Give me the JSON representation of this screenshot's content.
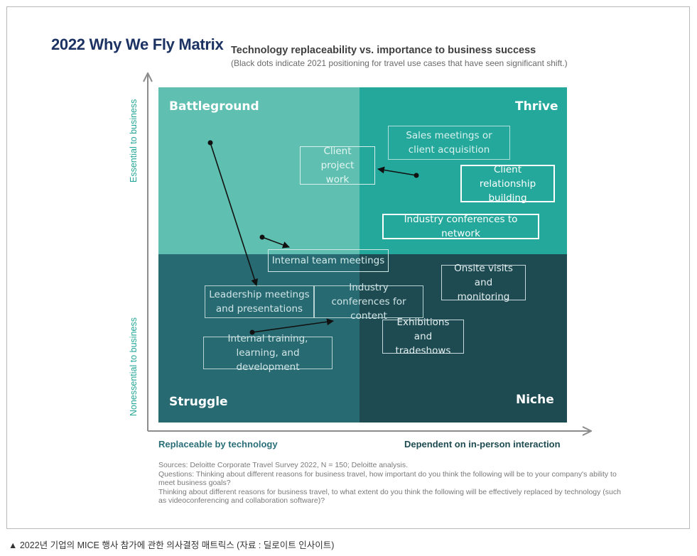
{
  "title": "2022 Why We Fly Matrix",
  "subtitle": "Technology replaceability vs. importance to business success",
  "subnote": "(Black dots indicate 2021 positioning for travel use cases that have seen significant shift.)",
  "axes": {
    "y_top": "Essential to business",
    "y_bottom": "Nonessential to business",
    "x_left": "Replaceable by technology",
    "x_right": "Dependent on in-person interaction"
  },
  "quadrants": {
    "top_left": "Battleground",
    "top_right": "Thrive",
    "bottom_left": "Struggle",
    "bottom_right": "Niche"
  },
  "use_cases": {
    "sales_meetings": "Sales meetings or client acquisition",
    "client_project_work": "Client project work",
    "client_relationship": "Client relationship building",
    "industry_conf_network": "Industry conferences to network",
    "internal_team_meetings": "Internal team meetings",
    "leadership_meetings": "Leadership meetings and presentations",
    "industry_conf_content": "Industry conferences for content",
    "onsite_visits": "Onsite visits and monitoring",
    "exhibitions": "Exhibitions and tradeshows",
    "internal_training": "Internal training, learning, and development"
  },
  "sources": {
    "line1": "Sources: Deloitte Corporate Travel Survey 2022, N = 150; Deloitte analysis.",
    "line2": "Questions: Thinking about different reasons for business travel, how important do you think the following will be to your company's ability to meet business goals?",
    "line3": "Thinking about different reasons for business travel, to what extent do you think the following will be effectively replaced by technology (such as videoconferencing and collaboration software)?"
  },
  "caption": "▲ 2022년 기업의 MICE 행사 참가에 관한 의사결정 매트릭스 (자료 : 딜로이트 인사이트)",
  "colors": {
    "title": "#1b3262",
    "battleground": "#5fbfb0",
    "thrive": "#25a89c",
    "struggle": "#286a72",
    "niche": "#1e4a51",
    "axis_label": "#22a596"
  }
}
